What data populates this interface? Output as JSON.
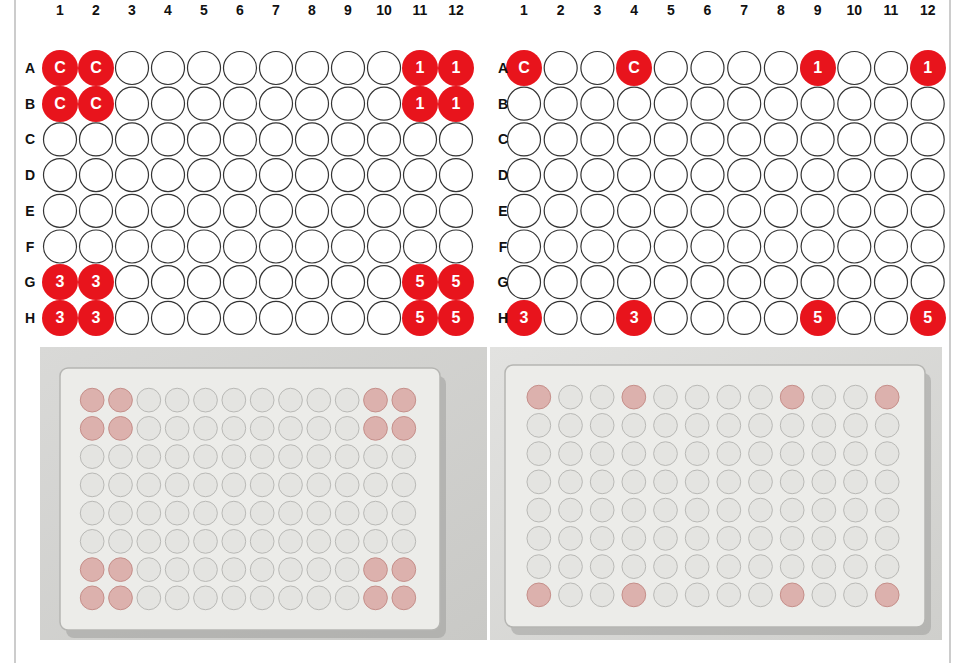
{
  "diagram": {
    "nodes": [
      {
        "text": [
          "C"
        ]
      },
      {
        "text": [
          "C"
        ]
      },
      {
        "text": [
          "1"
        ]
      },
      {
        "text": [
          "1"
        ]
      },
      {
        "text": [
          "C"
        ]
      },
      {
        "text": [
          "C"
        ]
      },
      {
        "text": [
          "1"
        ]
      },
      {
        "text": [
          "1"
        ]
      },
      {
        "text": [
          "3"
        ]
      },
      {
        "text": [
          "3"
        ]
      },
      {
        "text": [
          "5"
        ]
      },
      {
        "text": [
          "5"
        ]
      },
      {
        "text": [
          "3"
        ]
      },
      {
        "text": [
          "3"
        ]
      },
      {
        "text": [
          "5"
        ]
      },
      {
        "text": [
          "5"
        ]
      },
      {
        "text": [
          "C"
        ]
      },
      {
        "text": [
          "C"
        ]
      },
      {
        "text": [
          "1"
        ]
      },
      {
        "text": [
          "1"
        ]
      },
      {
        "text": [
          "3"
        ]
      },
      {
        "text": [
          "3"
        ]
      },
      {
        "text": [
          "5"
        ]
      },
      {
        "text": [
          "5"
        ]
      }
    ],
    "labels": [
      "1",
      "2",
      "3",
      "4",
      "5",
      "6",
      "7",
      "8",
      "9",
      "10",
      "11",
      "12",
      "A",
      "B",
      "C",
      "D",
      "E",
      "F",
      "G",
      "H",
      "1",
      "2",
      "3",
      "4",
      "5",
      "6",
      "7",
      "8",
      "9",
      "10",
      "11",
      "12",
      "A",
      "B",
      "C",
      "D",
      "E",
      "F",
      "G",
      "H"
    ]
  }
}
